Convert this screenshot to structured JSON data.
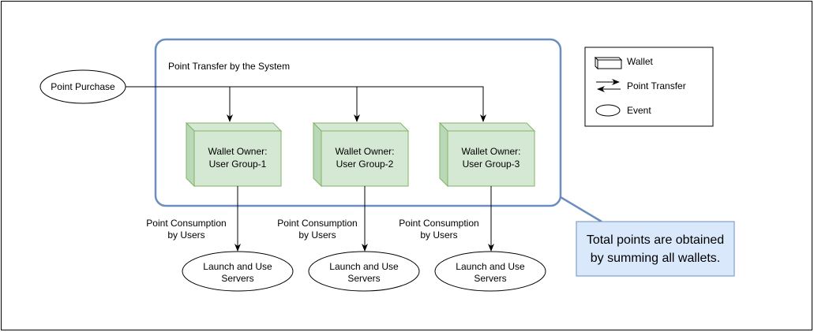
{
  "system_group": {
    "label": "Point Transfer by the System"
  },
  "purchase_event": {
    "label": "Point Purchase"
  },
  "wallets": [
    {
      "line1": "Wallet Owner:",
      "line2": "User Group-1"
    },
    {
      "line1": "Wallet Owner:",
      "line2": "User Group-2"
    },
    {
      "line1": "Wallet Owner:",
      "line2": "User Group-3"
    }
  ],
  "consumption_labels": [
    {
      "line1": "Point Consumption",
      "line2": "by Users"
    },
    {
      "line1": "Point Consumption",
      "line2": "by Users"
    },
    {
      "line1": "Point Consumption",
      "line2": "by Users"
    }
  ],
  "server_events": [
    {
      "line1": "Launch and Use",
      "line2": "Servers"
    },
    {
      "line1": "Launch and Use",
      "line2": "Servers"
    },
    {
      "line1": "Launch and Use",
      "line2": "Servers"
    }
  ],
  "legend": {
    "items": [
      {
        "icon": "wallet-icon",
        "label": "Wallet"
      },
      {
        "icon": "double-arrow-icon",
        "label": "Point Transfer"
      },
      {
        "icon": "ellipse-icon",
        "label": "Event"
      }
    ]
  },
  "note": {
    "line1": "Total points are obtained",
    "line2": "by summing all wallets."
  },
  "colors": {
    "group_border": "#6C8EBF",
    "wallet_fill": "#D5E8D4",
    "wallet_stroke": "#82B366",
    "note_fill": "#DAE8FC",
    "note_stroke": "#6C8EBF"
  }
}
